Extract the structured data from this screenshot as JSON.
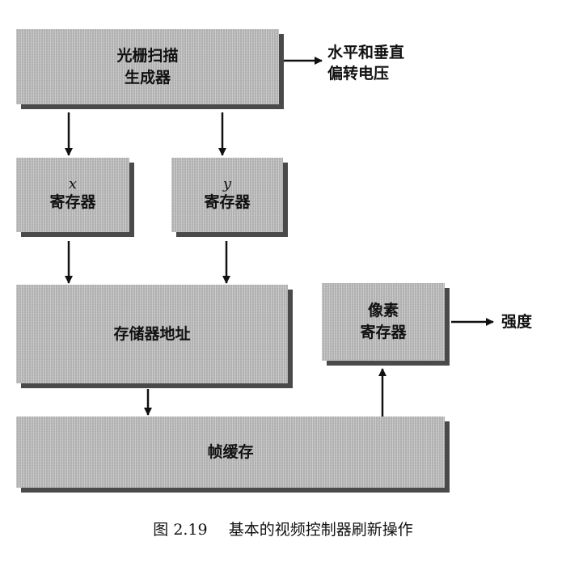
{
  "boxes": {
    "raster_scan_generator": {
      "line1": "光栅扫描",
      "line2": "生成器"
    },
    "x_register": {
      "var": "x",
      "label": "寄存器"
    },
    "y_register": {
      "var": "y",
      "label": "寄存器"
    },
    "memory_address": {
      "label": "存储器地址"
    },
    "pixel_register": {
      "line1": "像素",
      "line2": "寄存器"
    },
    "frame_buffer": {
      "label": "帧缓存"
    }
  },
  "outputs": {
    "deflection": {
      "line1": "水平和垂直",
      "line2": "偏转电压"
    },
    "intensity": "强度"
  },
  "caption": {
    "number": "图 2.19",
    "text": "基本的视频控制器刷新操作"
  }
}
